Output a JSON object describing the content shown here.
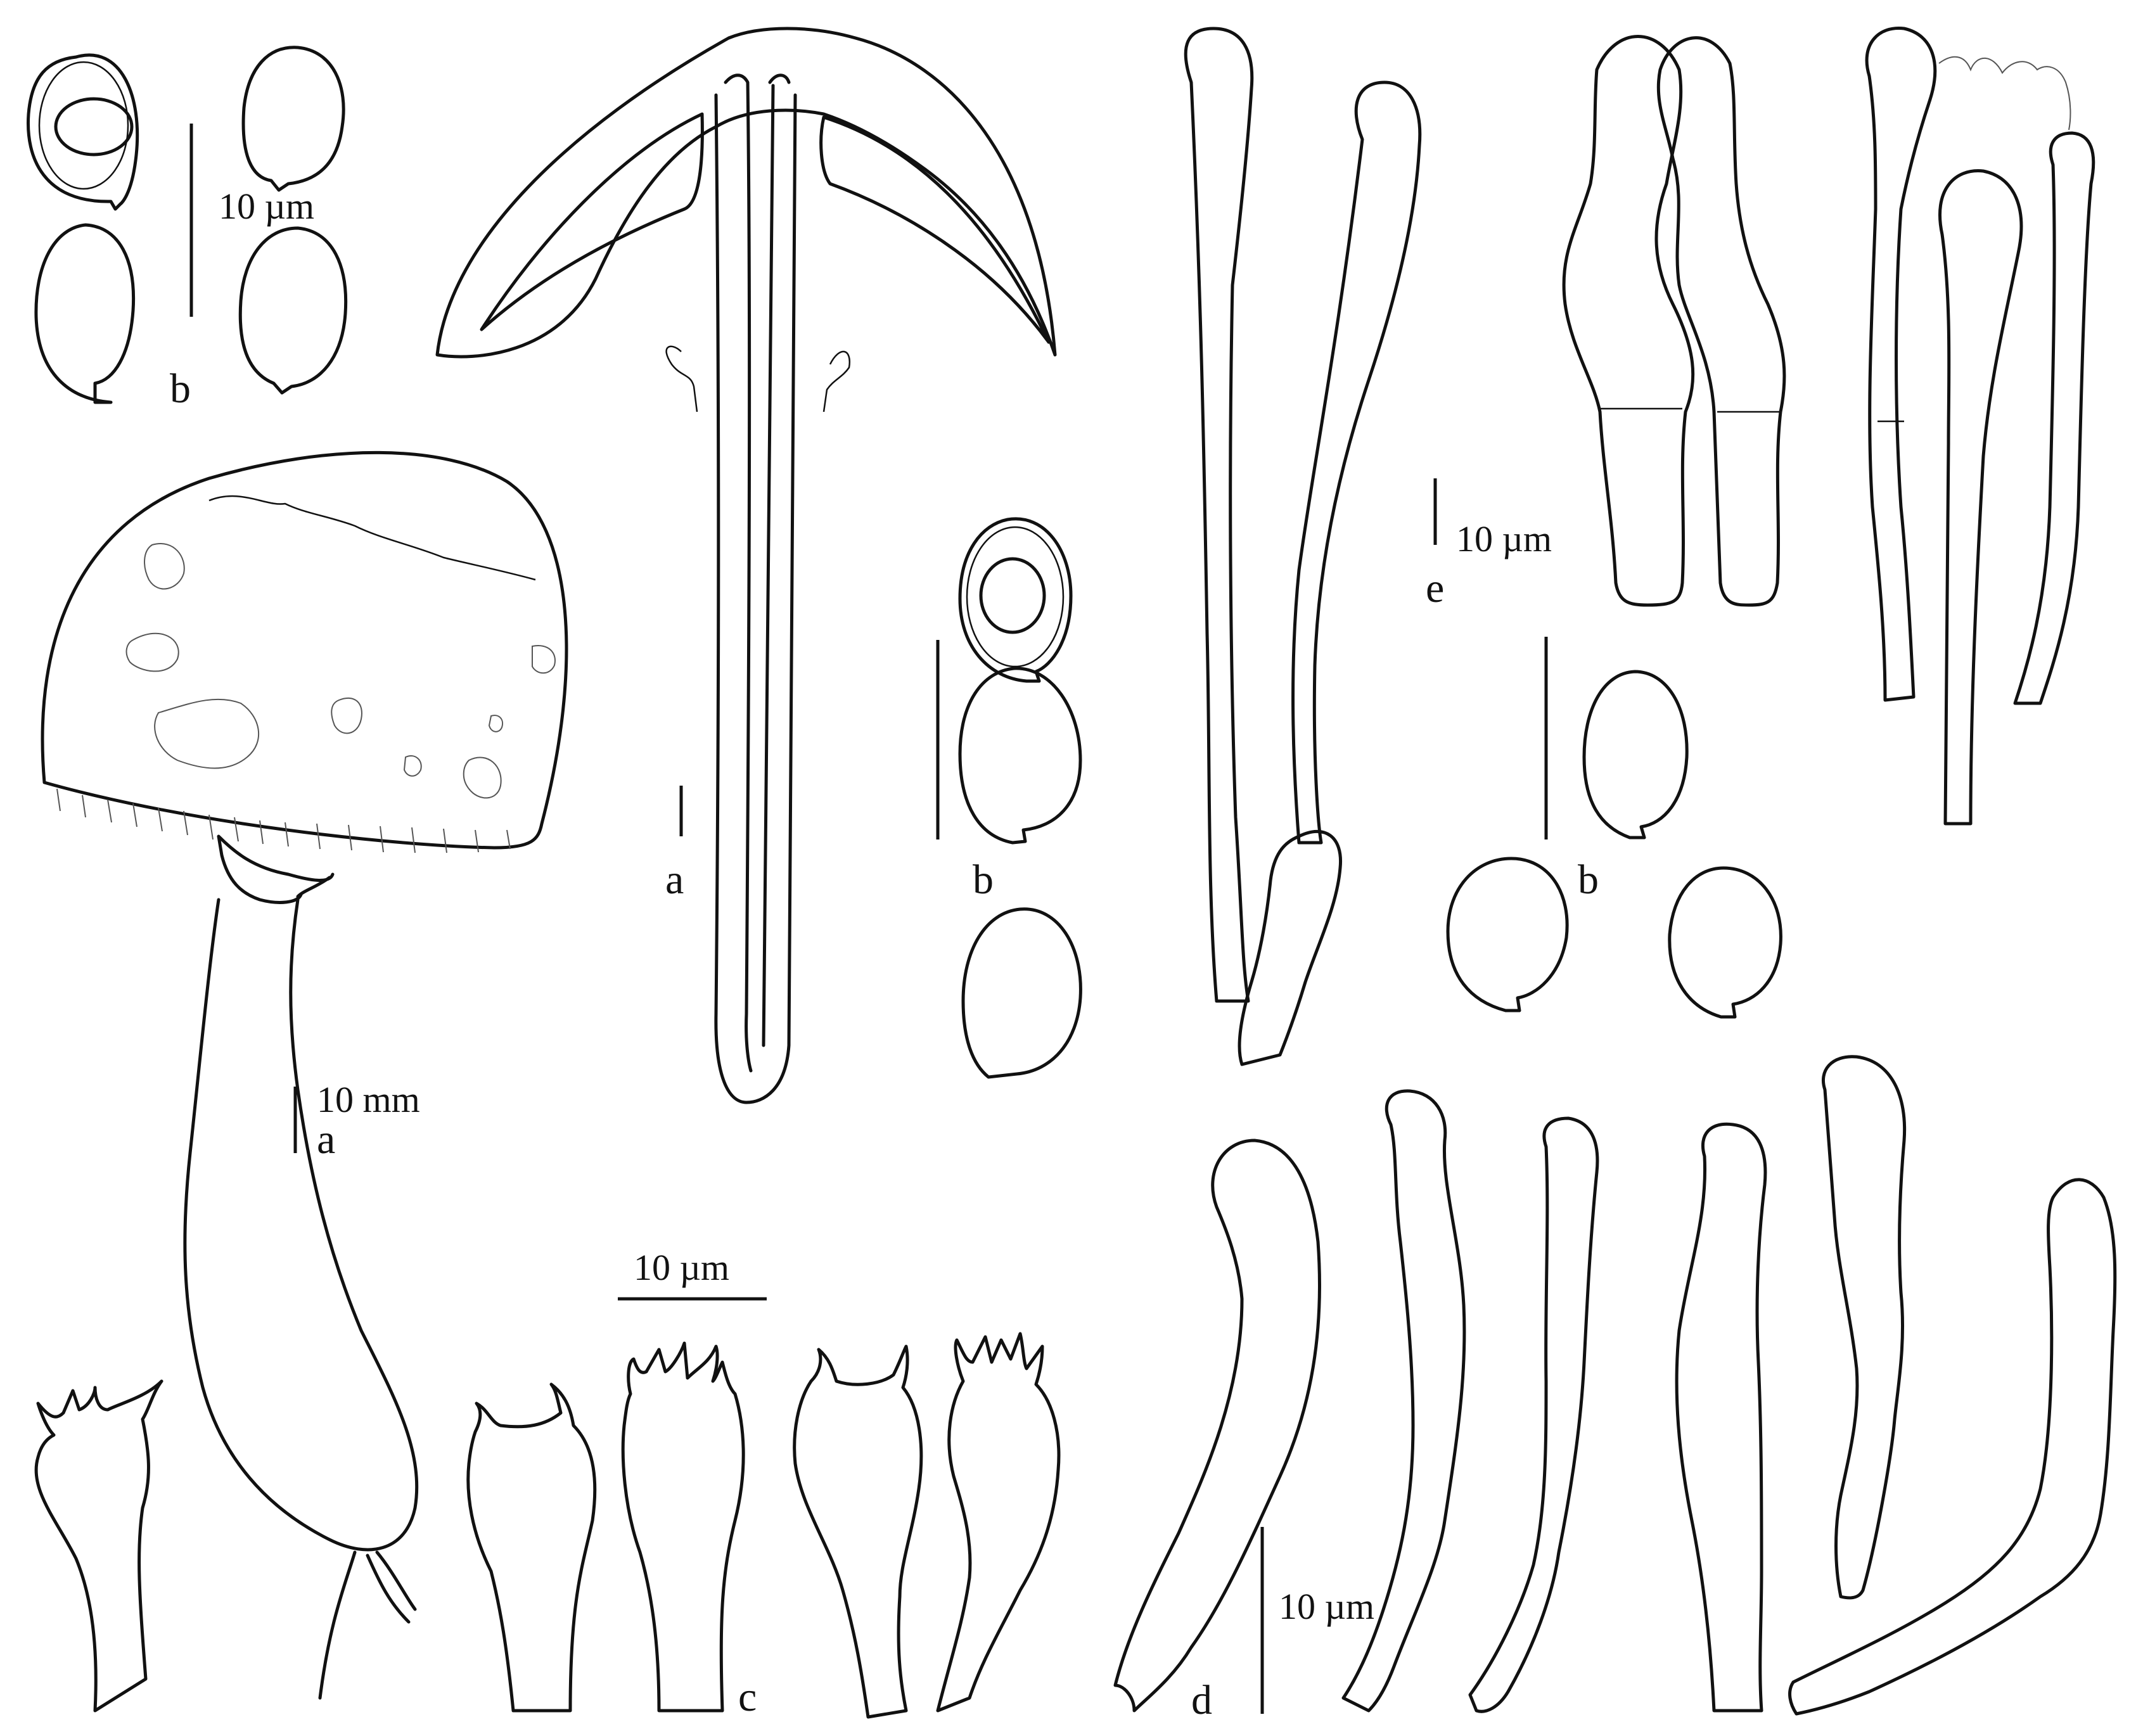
{
  "colors": {
    "ink": "#111111",
    "background": "#ffffff"
  },
  "panels": {
    "a": "a",
    "b": "b",
    "c": "c",
    "d": "d",
    "e": "e"
  },
  "scale_bars": {
    "spores_top_left": "10 µm",
    "habit": "10 mm",
    "basidia": "10 µm",
    "cheilocystidia": "10 µm",
    "pileipellis": "10 µm"
  }
}
